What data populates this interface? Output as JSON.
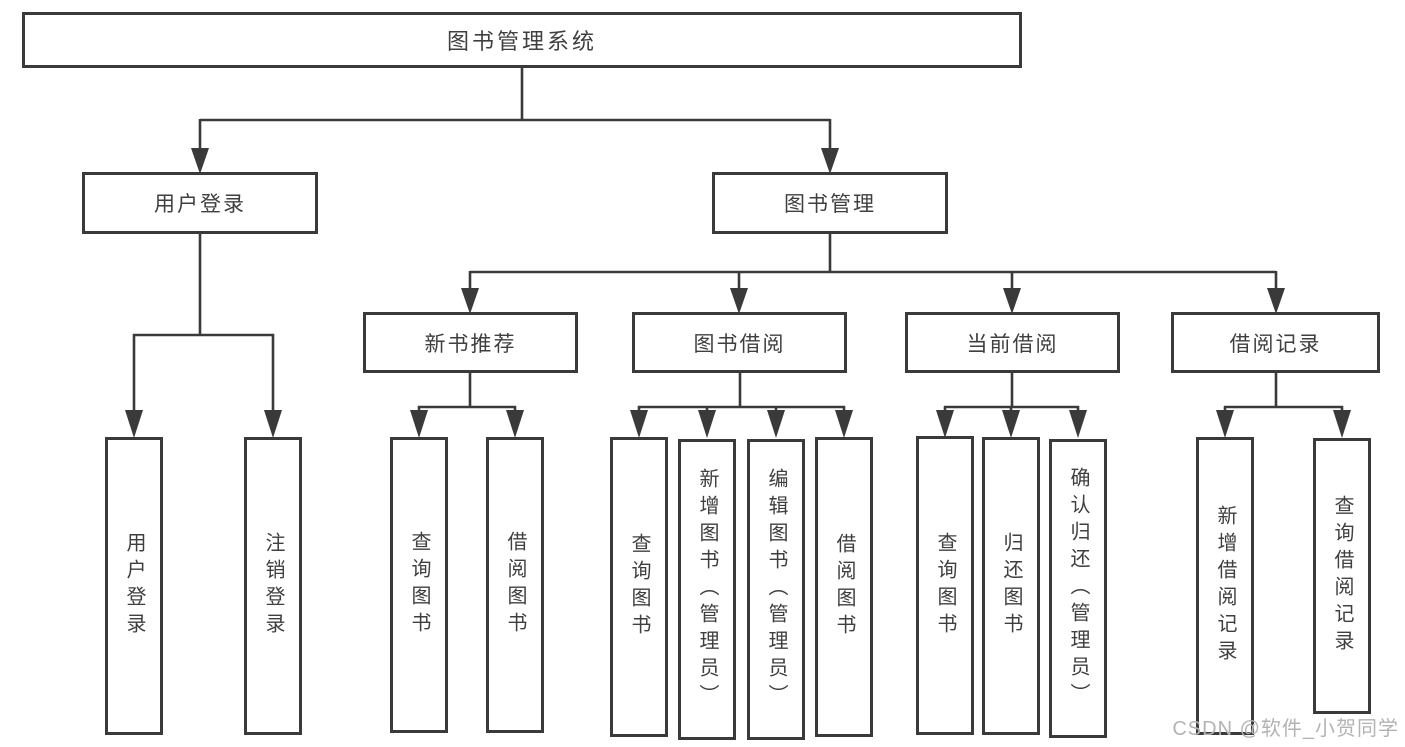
{
  "diagram": {
    "root": {
      "label": "图书管理系统"
    },
    "branches": [
      {
        "label": "用户登录",
        "children": [
          {
            "label": "用户登录"
          },
          {
            "label": "注销登录"
          }
        ]
      },
      {
        "label": "图书管理",
        "children": [
          {
            "label": "新书推荐",
            "children": [
              {
                "label": "查询图书"
              },
              {
                "label": "借阅图书"
              }
            ]
          },
          {
            "label": "图书借阅",
            "children": [
              {
                "label": "查询图书"
              },
              {
                "label": "新增图书（管理员）"
              },
              {
                "label": "编辑图书（管理员）"
              },
              {
                "label": "借阅图书"
              }
            ]
          },
          {
            "label": "当前借阅",
            "children": [
              {
                "label": "查询图书"
              },
              {
                "label": "归还图书"
              },
              {
                "label": "确认归还（管理员）"
              }
            ]
          },
          {
            "label": "借阅记录",
            "children": [
              {
                "label": "新增借阅记录"
              },
              {
                "label": "查询借阅记录"
              }
            ]
          }
        ]
      }
    ]
  },
  "watermark": {
    "text": "CSDN @软件_小贺同学"
  },
  "colors": {
    "line": "#3a3a3a",
    "box_border": "#3a3a3a",
    "text": "#3f3f3f",
    "watermark": "#b3b3b3",
    "background": "#ffffff"
  }
}
